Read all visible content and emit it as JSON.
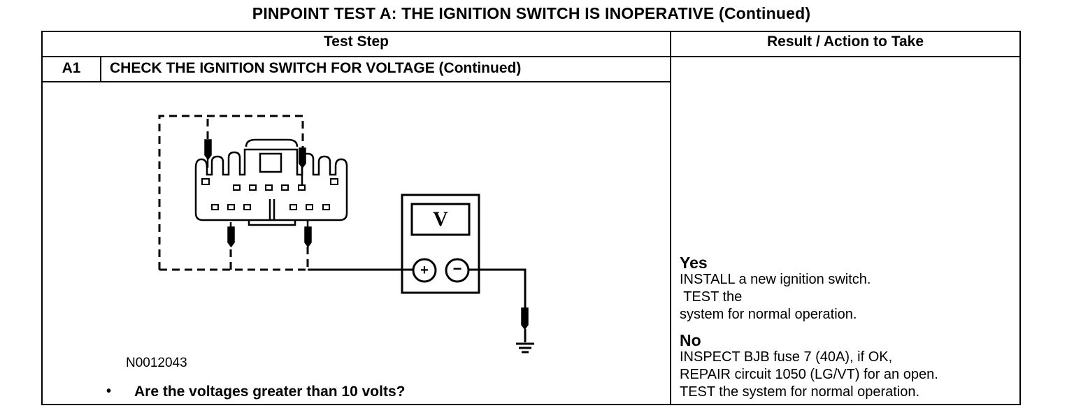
{
  "document": {
    "title": "PINPOINT TEST  A: THE IGNITION SWITCH IS INOPERATIVE (Continued)",
    "columns": [
      "Test Step",
      "Result / Action to Take"
    ]
  },
  "step": {
    "id": "A1",
    "title": "CHECK THE IGNITION SWITCH FOR VOLTAGE (Continued)",
    "figure_code": "N0012043",
    "meter_symbol": "V",
    "plus_symbol": "+",
    "minus_symbol": "−",
    "bullet": "•",
    "question": "Are the voltages greater than 10 volts?"
  },
  "results": {
    "yes": {
      "label": "Yes",
      "lines": [
        "INSTALL a new ignition switch.",
        " TEST the",
        "system for normal operation."
      ]
    },
    "no": {
      "label": "No",
      "lines": [
        "INSPECT BJB fuse 7 (40A), if OK,",
        "REPAIR circuit 1050 (LG/VT) for an open.",
        "TEST the system for normal operation."
      ]
    }
  }
}
